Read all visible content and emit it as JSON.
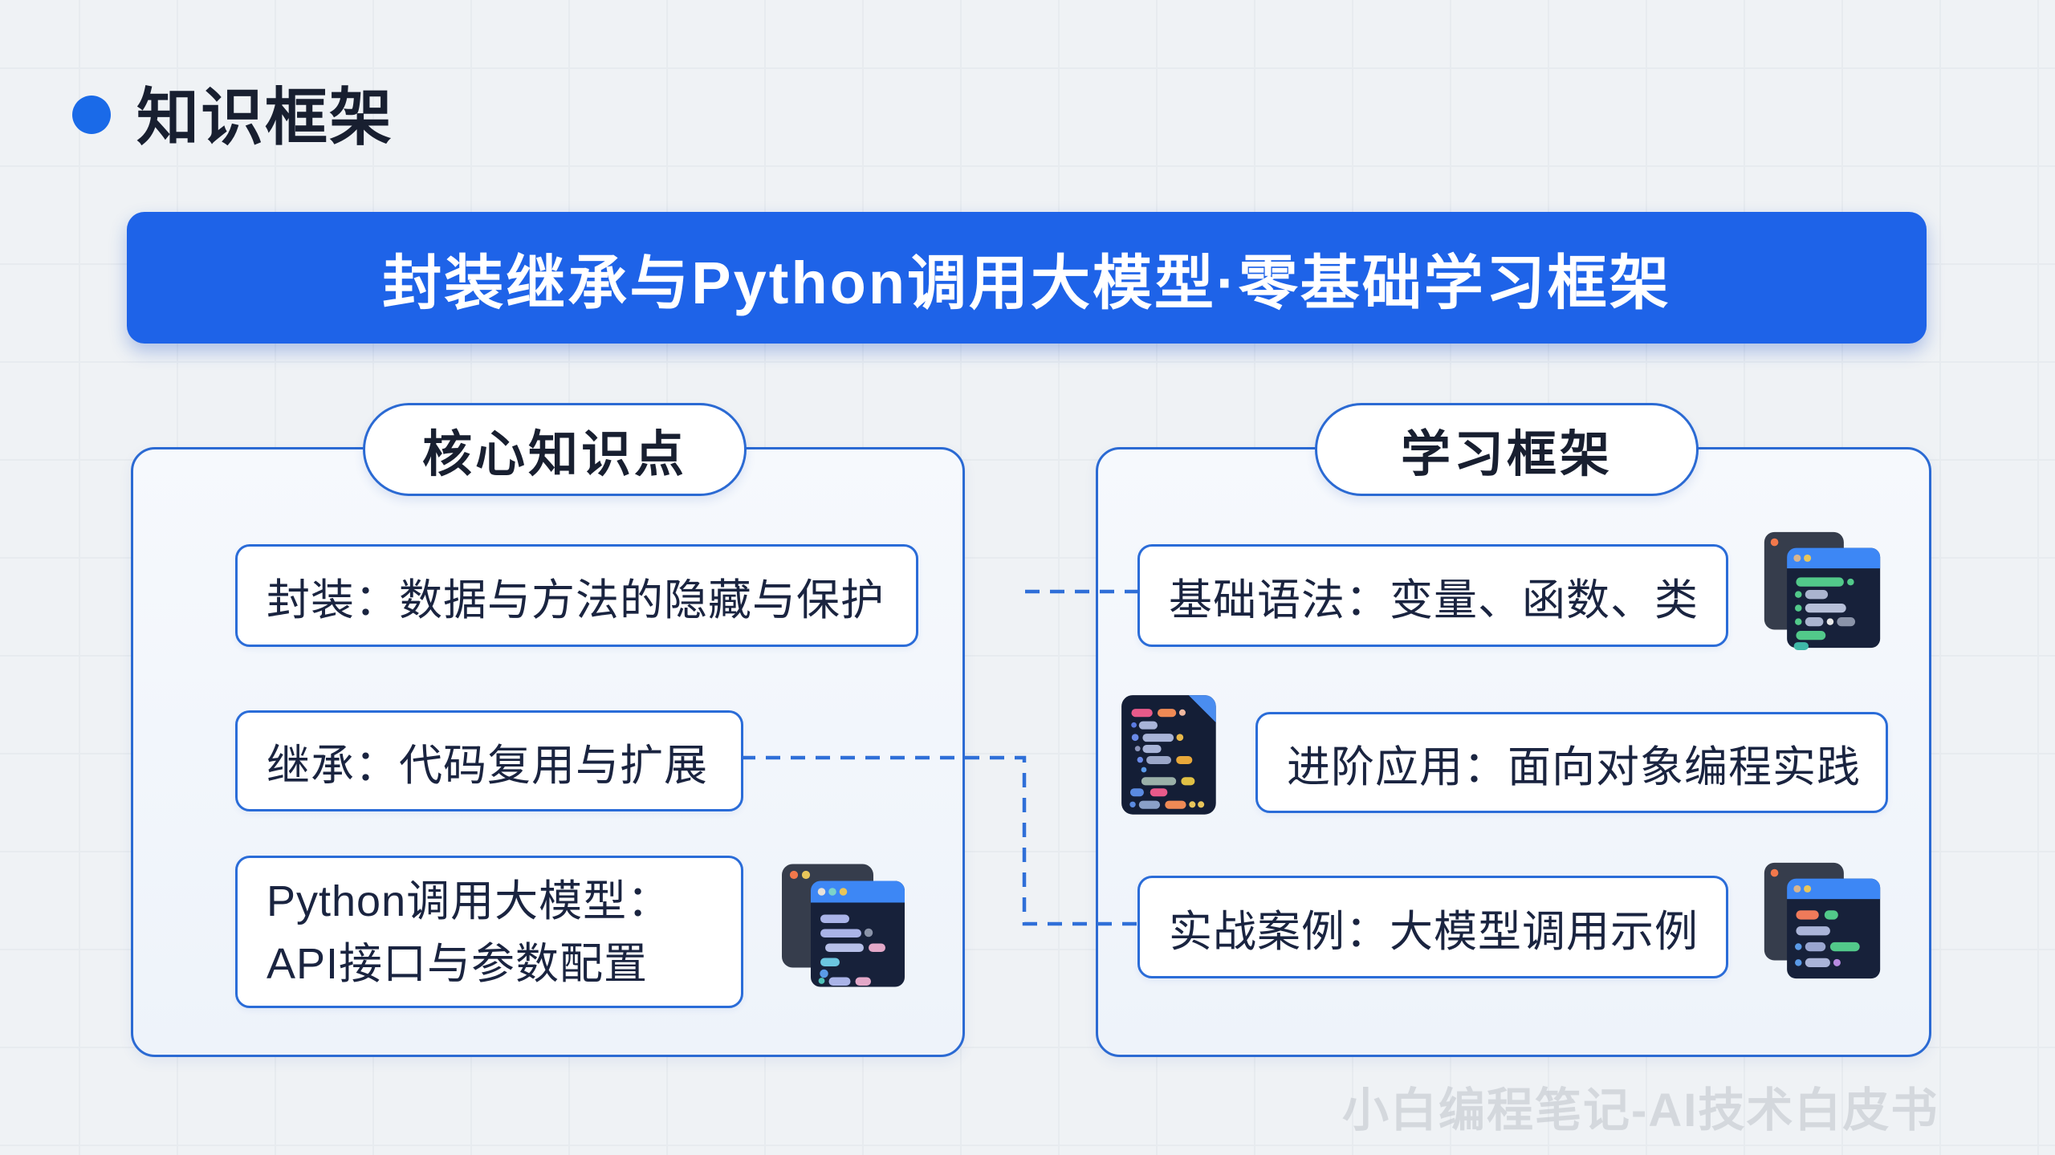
{
  "slide": {
    "title": "知识框架",
    "banner": "封装继承与Python调用大模型·零基础学习框架",
    "watermark": "小白编程笔记-AI技术白皮书"
  },
  "left_panel": {
    "header": "核心知识点",
    "items": [
      {
        "text": "封装：数据与方法的隐藏与保护"
      },
      {
        "text": "继承：代码复用与扩展"
      },
      {
        "text_line1": "Python调用大模型：",
        "text_line2": "API接口与参数配置",
        "icon": "code-window-icon"
      }
    ]
  },
  "right_panel": {
    "header": "学习框架",
    "items": [
      {
        "text": "基础语法：变量、函数、类",
        "icon": "code-window-icon"
      },
      {
        "text": "进阶应用：面向对象编程实践",
        "icon": "code-file-icon"
      },
      {
        "text": "实战案例：大模型调用示例",
        "icon": "code-window-icon"
      }
    ]
  },
  "colors": {
    "accent_blue": "#1e63e8",
    "border_blue": "#2b6ad3",
    "text_dark": "#1a2440",
    "page_background": "#eff2f5",
    "dashed_connector": "#2f6fd8",
    "watermark_gray": "#c4c8ce"
  }
}
